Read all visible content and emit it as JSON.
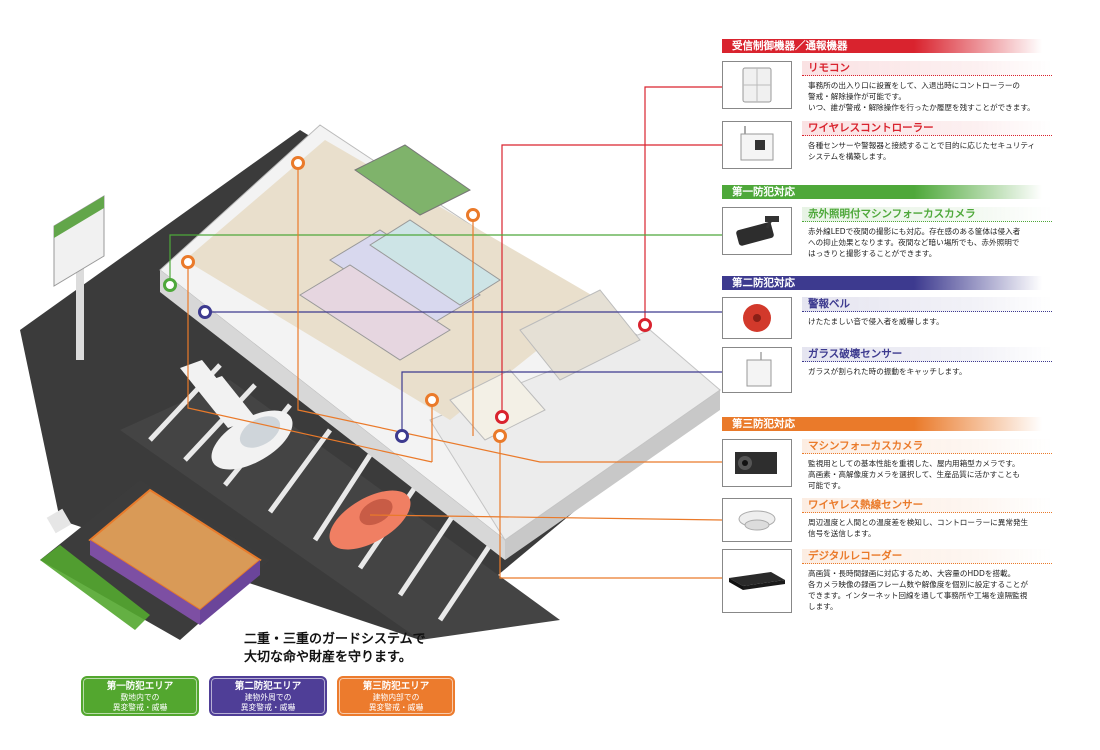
{
  "colors": {
    "red": "#d9232e",
    "green": "#4ea83a",
    "blue": "#3d3a8f",
    "orange": "#ea7a2a",
    "green_legend": "#53a72f",
    "blue_legend": "#4f3e97",
    "orange_legend": "#ec7b2d"
  },
  "sections": [
    {
      "header": "受信制御機器／通報機器",
      "color": "red",
      "items": [
        {
          "title": "リモコン",
          "icon": "remote-panel-icon",
          "desc": [
            "事務所の出入り口に設置をして、入退出時にコントローラーの",
            "警戒・解除操作が可能です。",
            "いつ、誰が警戒・解除操作を行ったか履歴を残すことができます。"
          ]
        },
        {
          "title": "ワイヤレスコントローラー",
          "icon": "wireless-controller-icon",
          "desc": [
            "各種センサーや警報器と接続することで目的に応じたセキュリティ",
            "システムを構築します。"
          ]
        }
      ]
    },
    {
      "header": "第一防犯対応",
      "color": "green",
      "items": [
        {
          "title": "赤外照明付マシンフォーカスカメラ",
          "icon": "infrared-camera-icon",
          "desc": [
            "赤外線LEDで夜間の撮影にも対応。存在感のある筐体は侵入者",
            "への抑止効果となります。夜間など暗い場所でも、赤外照明で",
            "はっきりと撮影することができます。"
          ]
        }
      ]
    },
    {
      "header": "第二防犯対応",
      "color": "blue",
      "items": [
        {
          "title": "警報ベル",
          "icon": "alarm-bell-icon",
          "desc": [
            "けたたましい音で侵入者を威嚇します。"
          ]
        },
        {
          "title": "ガラス破壊センサー",
          "icon": "glass-break-sensor-icon",
          "desc": [
            "ガラスが割られた時の振動をキャッチします。"
          ]
        }
      ]
    },
    {
      "header": "第三防犯対応",
      "color": "orange",
      "items": [
        {
          "title": "マシンフォーカスカメラ",
          "icon": "box-camera-icon",
          "desc": [
            "監視用としての基本性能を重視した、屋内用箱型カメラです。",
            "高画素・高解像度カメラを選択して、生産品質に活かすことも",
            "可能です。"
          ]
        },
        {
          "title": "ワイヤレス熱線センサー",
          "icon": "thermal-sensor-icon",
          "desc": [
            "周辺温度と人間との温度差を検知し、コントローラーに異常発生",
            "信号を送信します。"
          ]
        },
        {
          "title": "デジタルレコーダー",
          "icon": "digital-recorder-icon",
          "desc": [
            "高画質・長時間録画に対応するため、大容量のHDDを搭載。",
            "各カメラ映像の録画フレーム数や解像度を個別に設定することが",
            "できます。インターネット回線を通して事務所や工場を遠隔監視",
            "します。"
          ]
        }
      ]
    }
  ],
  "tagline": [
    "二重・三重のガードシステムで",
    "大切な命や財産を守ります。"
  ],
  "legend": [
    {
      "title": "第一防犯エリア",
      "lines": [
        "敷地内での",
        "異変警戒・威嚇"
      ],
      "color": "green_legend"
    },
    {
      "title": "第二防犯エリア",
      "lines": [
        "建物外周での",
        "異変警戒・威嚇"
      ],
      "color": "blue_legend"
    },
    {
      "title": "第三防犯エリア",
      "lines": [
        "建物内部での",
        "異変警戒・威嚇"
      ],
      "color": "orange_legend"
    }
  ]
}
